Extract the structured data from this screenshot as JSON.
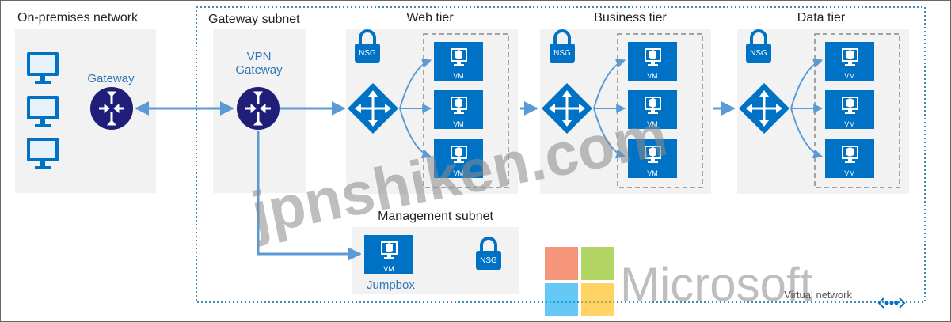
{
  "labels": {
    "onprem": "On-premises network",
    "gateway": "Gateway",
    "gateway_subnet": "Gateway subnet",
    "vpn_line1": "VPN",
    "vpn_line2": "Gateway",
    "web_tier": "Web tier",
    "business_tier": "Business tier",
    "data_tier": "Data tier",
    "management_subnet": "Management subnet",
    "jumpbox": "Jumpbox",
    "nsg": "NSG",
    "vm": "VM",
    "virtual_network": "Virtual network"
  },
  "watermarks": {
    "site": "jpnshiken.com",
    "brand": "Microsoft"
  },
  "colors": {
    "azure_blue": "#0072c6",
    "router_navy": "#1f1f7a",
    "arrow_blue": "#5b9bd5",
    "panel_bg": "#f2f2f2",
    "vnet_border": "#3c8dbc"
  },
  "logo_colors": [
    "#f25022",
    "#7fba00",
    "#00a4ef",
    "#ffb900"
  ],
  "icons": [
    "monitor-icon",
    "router-icon",
    "load-balancer-icon",
    "lock-icon",
    "vm-icon",
    "vnet-icon"
  ]
}
